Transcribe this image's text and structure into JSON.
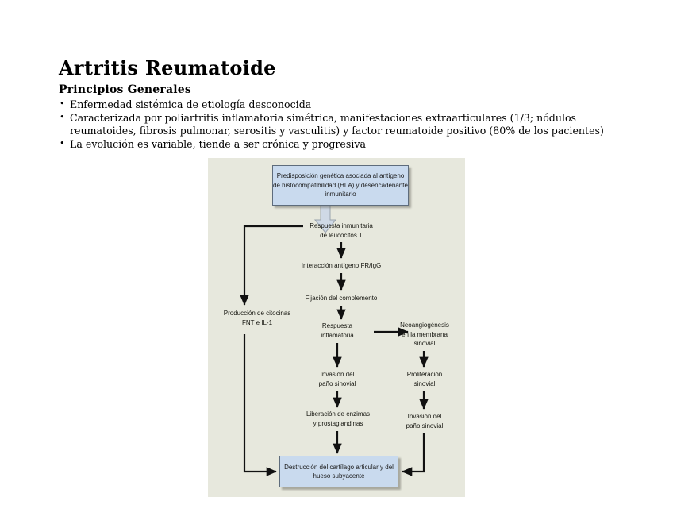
{
  "document": {
    "title": "Artritis Reumatoide",
    "section_heading": "Principios Generales",
    "bullets": [
      "Enfermedad sistémica de etiología desconocida",
      "Caracterizada por poliartritis inflamatoria simétrica, manifestaciones extraarticulares (1/3; nódulos reumatoides, fibrosis pulmonar, serositis y vasculitis) y factor reumatoide positivo (80% de los pacientes)",
      "La evolución es variable, tiende a ser crónica y progresiva"
    ]
  },
  "diagram": {
    "background_color": "#e7e8dd",
    "box_fill_color": "#c9daee",
    "box_border_color": "#5e6c7c",
    "arrow_color": "#111111",
    "nodes": {
      "top_box": "Predisposición genética asociada al\nantígeno de histocompatibilidad (HLA)\ny desencadenante inmunitario",
      "respuesta_inmunitaria": "Respuesta inmunitaria\nde leucocitos T",
      "interaccion": "Interacción antígeno FR/IgG",
      "fijacion": "Fijación del complemento",
      "citocinas": "Producción de citocinas\nFNT e IL-1",
      "respuesta_inflamatoria": "Respuesta\ninflamatoria",
      "neoangiogenesis": "Neoangiogénesis\nen la membrana\nsinovial",
      "invasion_centro": "Invasión del\npaño sinovial",
      "proliferacion": "Proliferación\nsinovial",
      "liberacion": "Liberación de enzimas\ny prostaglandinas",
      "invasion_derecha": "Invasión del\npaño sinovial",
      "bottom_box": "Destrucción del cartílago articular\ny del hueso subyacente"
    }
  }
}
